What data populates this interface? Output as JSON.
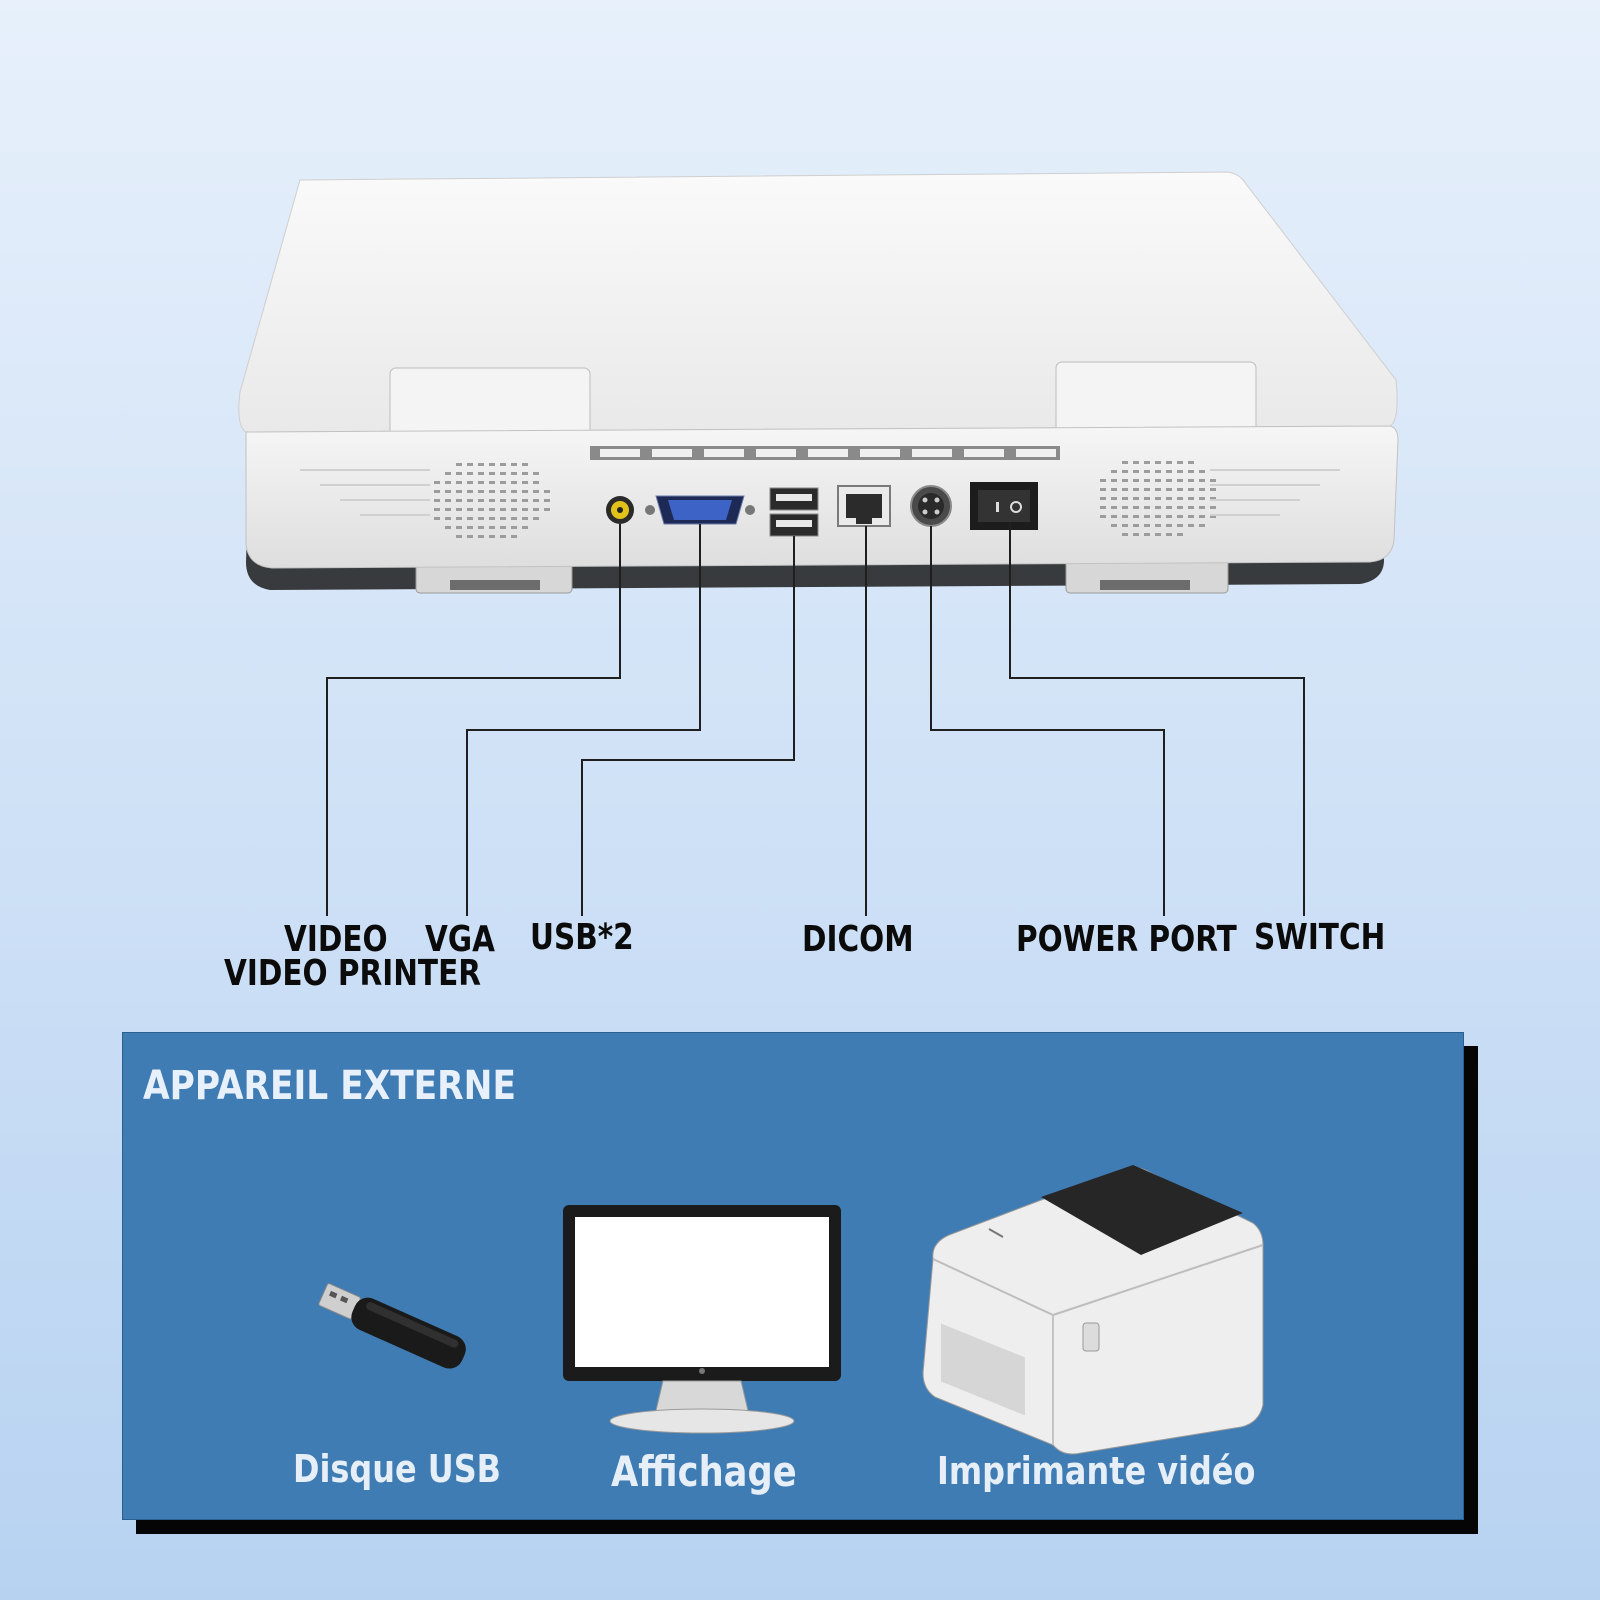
{
  "port_labels": {
    "video": "VIDEO",
    "video_printer": "VIDEO PRINTER",
    "vga": "VGA",
    "usb": "USB*2",
    "dicom": "DICOM",
    "power_port": "POWER PORT",
    "switch": "SWITCH"
  },
  "external_devices": {
    "title": "APPAREIL EXTERNE",
    "items": [
      {
        "label": "Disque USB",
        "icon": "usb-stick-icon"
      },
      {
        "label": "Affichage",
        "icon": "monitor-icon"
      },
      {
        "label": "Imprimante vidéo",
        "icon": "printer-icon"
      }
    ]
  },
  "colors": {
    "background_top": "#e7f0fb",
    "background_bottom": "#b7d2f1",
    "panel": "#3f7cb3",
    "device_body": "#f2f2f2",
    "label_text": "#0b0b0b",
    "caption_text": "#e6eef8"
  }
}
